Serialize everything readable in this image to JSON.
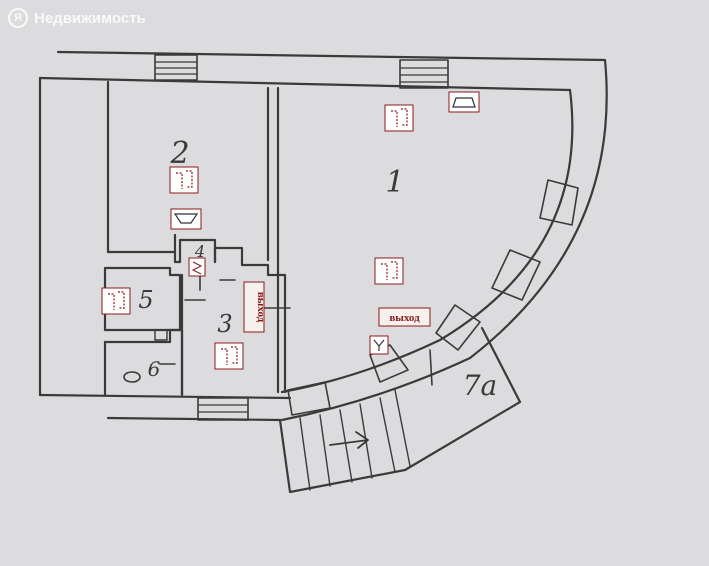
{
  "watermark": {
    "logo_letter": "Я",
    "brand": "Недвижимость"
  },
  "rooms": {
    "r1": "1",
    "r2": "2",
    "r3": "3",
    "r4": "4",
    "r5": "5",
    "r6": "6",
    "r7a": "7a"
  },
  "exits": {
    "main": "выход",
    "vertical": "выход"
  },
  "colors": {
    "line": "#3a3a3a",
    "background": "#dcdcde",
    "marker": "#8b1a1a",
    "marker_fill": "#f7f1ee"
  }
}
